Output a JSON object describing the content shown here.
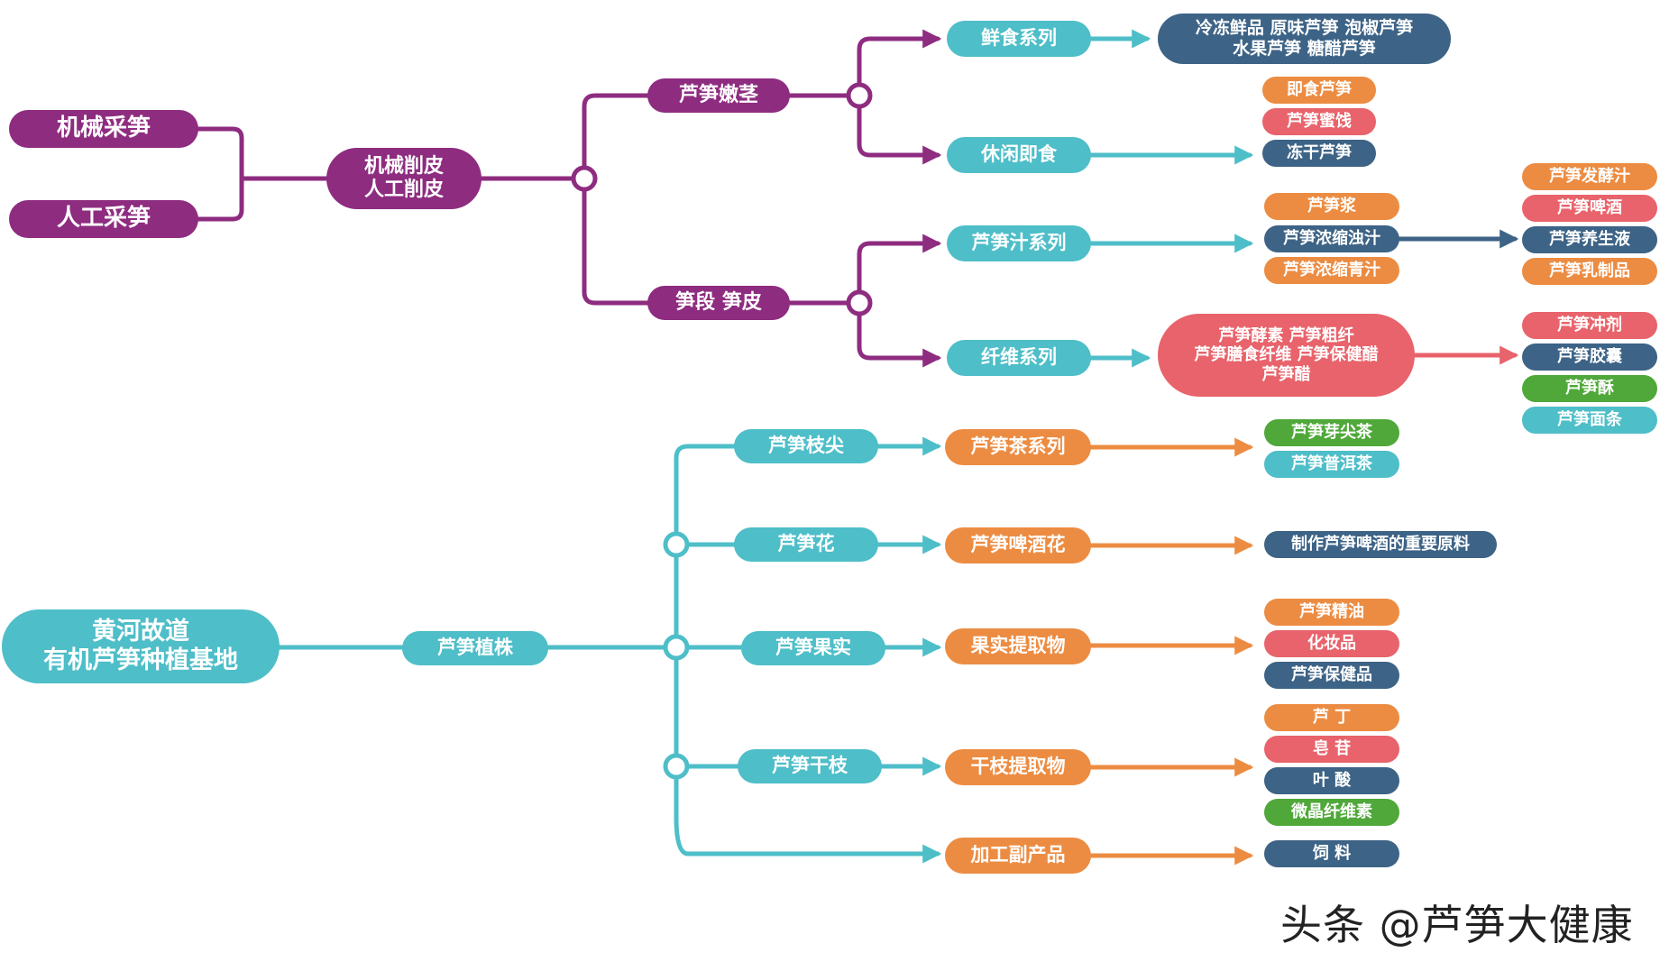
{
  "colors": {
    "purple": "#8e2c80",
    "teal": "#4ebec8",
    "orange": "#ec8c42",
    "coral": "#e8636b",
    "navy": "#3d6386",
    "green": "#4fa839",
    "white": "#ffffff"
  },
  "watermark": "头条 @芦笋大健康",
  "nodes": {
    "n_jixie_caisun": {
      "label": "机械采笋",
      "color": "purple"
    },
    "n_rengong_caisun": {
      "label": "人工采笋",
      "color": "purple"
    },
    "n_xuepi": {
      "label": "机械削皮\n人工削皮",
      "color": "purple"
    },
    "n_nenjing": {
      "label": "芦笋嫩茎",
      "color": "purple"
    },
    "n_sunduan": {
      "label": "笋段 笋皮",
      "color": "purple"
    },
    "n_xianshi": {
      "label": "鲜食系列",
      "color": "teal"
    },
    "n_xianshi_out": {
      "label": "冷冻鲜品  原味芦笋  泡椒芦笋\n水果芦笋 糖醋芦笋",
      "color": "navy"
    },
    "n_xiuxian": {
      "label": "休闲即食",
      "color": "teal"
    },
    "n_jishi": {
      "label": "即食芦笋",
      "color": "orange"
    },
    "n_mijian": {
      "label": "芦笋蜜饯",
      "color": "coral"
    },
    "n_donggan": {
      "label": "冻干芦笋",
      "color": "navy"
    },
    "n_zhi": {
      "label": "芦笋汁系列",
      "color": "teal"
    },
    "n_jiang": {
      "label": "芦笋浆",
      "color": "orange"
    },
    "n_zhuozhi": {
      "label": "芦笋浓缩浊汁",
      "color": "navy"
    },
    "n_qingzhi": {
      "label": "芦笋浓缩青汁",
      "color": "orange"
    },
    "n_fajiao": {
      "label": "芦笋发酵汁",
      "color": "orange"
    },
    "n_pijiu": {
      "label": "芦笋啤酒",
      "color": "coral"
    },
    "n_yangsheng": {
      "label": "芦笋养生液",
      "color": "navy"
    },
    "n_ruzhi": {
      "label": "芦笋乳制品",
      "color": "orange"
    },
    "n_xianwei": {
      "label": "纤维系列",
      "color": "teal"
    },
    "n_xianwei_out": {
      "label": "芦笋酵素  芦笋粗纤\n芦笋膳食纤维  芦笋保健醋\n芦笋醋",
      "color": "coral"
    },
    "n_chongji": {
      "label": "芦笋冲剂",
      "color": "coral"
    },
    "n_jiaonang": {
      "label": "芦笋胶囊",
      "color": "navy"
    },
    "n_su": {
      "label": "芦笋酥",
      "color": "green"
    },
    "n_miantiao": {
      "label": "芦笋面条",
      "color": "teal"
    },
    "n_jidi": {
      "label": "黄河故道\n有机芦笋种植基地",
      "color": "teal"
    },
    "n_zhizhu": {
      "label": "芦笋植株",
      "color": "teal"
    },
    "n_zhijian": {
      "label": "芦笋枝尖",
      "color": "teal"
    },
    "n_hua": {
      "label": "芦笋花",
      "color": "teal"
    },
    "n_guoshi": {
      "label": "芦笋果实",
      "color": "teal"
    },
    "n_ganzhi": {
      "label": "芦笋干枝",
      "color": "teal"
    },
    "n_cha": {
      "label": "芦笋茶系列",
      "color": "orange"
    },
    "n_yajian": {
      "label": "芦笋芽尖茶",
      "color": "green"
    },
    "n_puer": {
      "label": "芦笋普洱茶",
      "color": "teal"
    },
    "n_jiuhua": {
      "label": "芦笋啤酒花",
      "color": "orange"
    },
    "n_yuanliao": {
      "label": "制作芦笋啤酒的重要原料",
      "color": "navy"
    },
    "n_guoshi_tiqu": {
      "label": "果实提取物",
      "color": "orange"
    },
    "n_jingyou": {
      "label": "芦笋精油",
      "color": "orange"
    },
    "n_huazhuang": {
      "label": "化妆品",
      "color": "coral"
    },
    "n_baojian": {
      "label": "芦笋保健品",
      "color": "navy"
    },
    "n_ganzhi_tiqu": {
      "label": "干枝提取物",
      "color": "orange"
    },
    "n_luding": {
      "label": "芦    丁",
      "color": "orange"
    },
    "n_zaogan": {
      "label": "皂    苷",
      "color": "coral"
    },
    "n_yesuan": {
      "label": "叶    酸",
      "color": "navy"
    },
    "n_weijing": {
      "label": "微晶纤维素",
      "color": "green"
    },
    "n_fuchanpin": {
      "label": "加工副产品",
      "color": "orange"
    },
    "n_siliao": {
      "label": "饲    料",
      "color": "navy"
    }
  }
}
